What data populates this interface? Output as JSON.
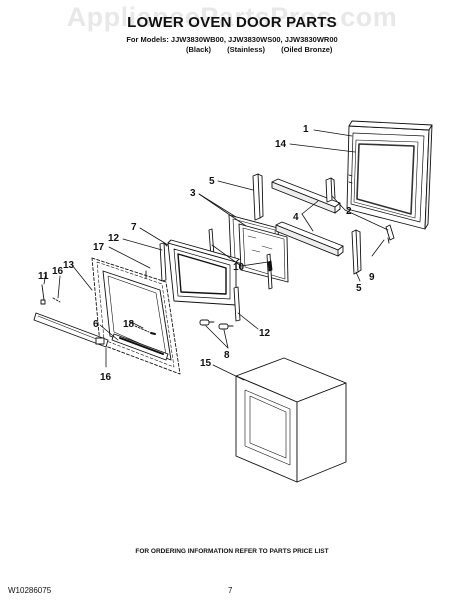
{
  "watermark": "AppliancePartsPros.com",
  "title": "LOWER OVEN DOOR PARTS",
  "models": "For Models: JJW3830WB00, JJW3830WS00, JJW3830WR00",
  "finishes": [
    "(Black)",
    "(Stainless)",
    "(Oiled Bronze)"
  ],
  "callouts": [
    {
      "id": "1",
      "text": "1"
    },
    {
      "id": "14",
      "text": "14"
    },
    {
      "id": "5a",
      "text": "5"
    },
    {
      "id": "3",
      "text": "3"
    },
    {
      "id": "2",
      "text": "2"
    },
    {
      "id": "4",
      "text": "4"
    },
    {
      "id": "7",
      "text": "7"
    },
    {
      "id": "12a",
      "text": "12"
    },
    {
      "id": "17",
      "text": "17"
    },
    {
      "id": "10",
      "text": "10"
    },
    {
      "id": "11",
      "text": "11"
    },
    {
      "id": "16a",
      "text": "16"
    },
    {
      "id": "13",
      "text": "13"
    },
    {
      "id": "9",
      "text": "9"
    },
    {
      "id": "5b",
      "text": "5"
    },
    {
      "id": "18",
      "text": "18"
    },
    {
      "id": "6",
      "text": "6"
    },
    {
      "id": "12b",
      "text": "12"
    },
    {
      "id": "8",
      "text": "8"
    },
    {
      "id": "15",
      "text": "15"
    },
    {
      "id": "16b",
      "text": "16"
    }
  ],
  "footer_note": "FOR ORDERING INFORMATION REFER TO PARTS PRICE LIST",
  "doc_number": "W10286075",
  "page_number": "7"
}
